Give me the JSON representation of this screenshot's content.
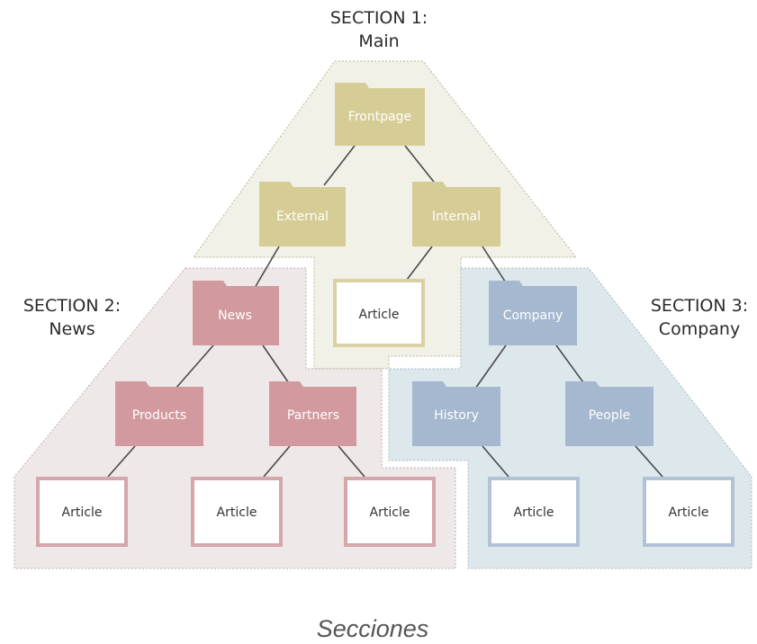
{
  "sections": {
    "main": {
      "title": "SECTION 1:",
      "subtitle": "Main",
      "fill": "#f2f1e8",
      "node": "#d6cc96",
      "frame": "#d9d0a3"
    },
    "news": {
      "title": "SECTION 2:",
      "subtitle": "News",
      "fill": "#efe8e8",
      "node": "#d29a9e",
      "frame": "#d6a7aa"
    },
    "company": {
      "title": "SECTION 3:",
      "subtitle": "Company",
      "fill": "#dde8ec",
      "node": "#a5b8cf",
      "frame": "#b2c3d6"
    }
  },
  "nodes": {
    "frontpage": "Frontpage",
    "external": "External",
    "internal": "Internal",
    "main_article": "Article",
    "news": "News",
    "products": "Products",
    "partners": "Partners",
    "news_article_1": "Article",
    "news_article_2": "Article",
    "news_article_3": "Article",
    "company": "Company",
    "history": "History",
    "people": "People",
    "company_article_1": "Article",
    "company_article_2": "Article"
  },
  "caption": "Secciones"
}
